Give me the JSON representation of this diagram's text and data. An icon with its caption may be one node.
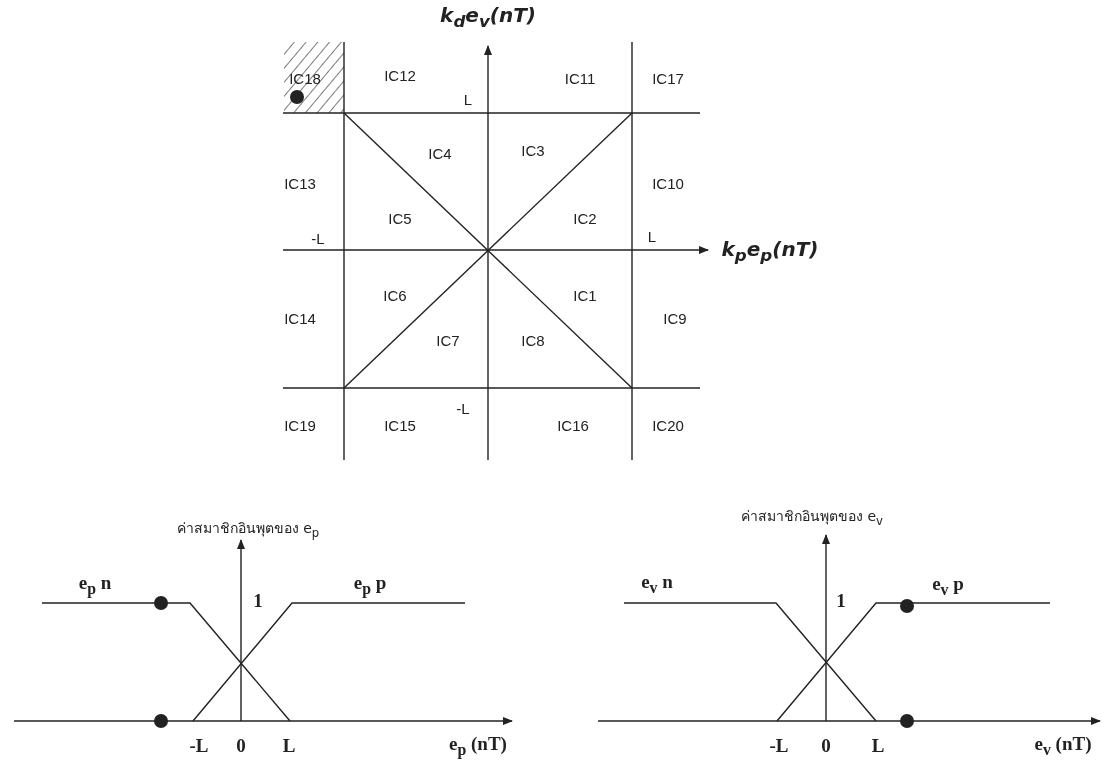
{
  "diagram": {
    "labels": [
      "k$_{d}$e$_{v}$(nT)",
      "IC18",
      "IC12",
      "L",
      "IC11",
      "IC17",
      "IC4",
      "IC3",
      "IC13",
      "IC10",
      "IC5",
      "IC2",
      "-L",
      "L",
      "k$_{p}$e$_{p}$(nT)",
      "IC6",
      "IC1",
      "IC14",
      "IC9",
      "IC7",
      "IC8",
      "-L",
      "IC19",
      "IC15",
      "IC16",
      "IC20",
      "ค่าสมาชิกอินพุตของ e$_{p}$",
      "e$_{p}$ n",
      "1",
      "e$_{p}$ p",
      "-L",
      "0",
      "L",
      "e$_{p}$ (nT)",
      "ค่าสมาชิกอินพุตของ e$_{v}$",
      "e$_{v}$ n",
      "1",
      "e$_{v}$ p",
      "-L",
      "0",
      "L",
      "e$_{v}$ (nT)"
    ]
  }
}
